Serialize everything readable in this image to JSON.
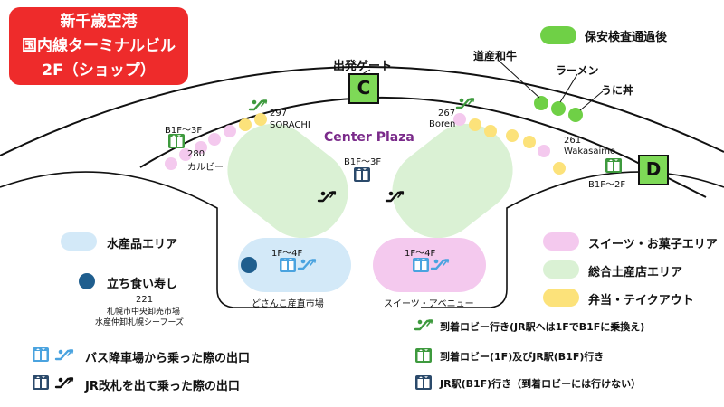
{
  "title": {
    "line1": "新千歳空港",
    "line2": "国内線ターミナルビル",
    "line3": "2F（ショップ）"
  },
  "gates": {
    "departure_label": "出発ゲート",
    "c": "C",
    "d": "D"
  },
  "center_plaza": "Center Plaza",
  "stores": {
    "s297": {
      "number": "297",
      "name": "SORACHI"
    },
    "s280": {
      "number": "280",
      "name": "カルビー"
    },
    "s267": {
      "number": "267",
      "name": "Boren"
    },
    "s261": {
      "number": "261",
      "name": "Wakasaimo"
    },
    "s221": {
      "number": "221",
      "line1": "札幌市中央卸売市場",
      "line2": "水産仲卸札幌シーフーズ"
    }
  },
  "post_security": {
    "label": "保安検査通過後",
    "items": [
      "道産和牛",
      "ラーメン",
      "うに丼"
    ]
  },
  "floor_labels": {
    "b1f_3f_left": "B1F～3F",
    "b1f_3f_center": "B1F～3F",
    "b1f_2f_right": "B1F～2F",
    "f1_4f_left": "1F～4F",
    "f1_4f_right": "1F～4F"
  },
  "zones": {
    "dosanko": "どさんこ産直市場",
    "sweets_avenue": "スイーツ・アベニュー"
  },
  "legend": {
    "seafood_area": "水産品エリア",
    "sushi": "立ち食い寿し",
    "sweets_area": "スイーツ・お菓子エリア",
    "local_area": "総合土産店エリア",
    "bento": "弁当・テイクアウト",
    "exit_bus": "バス降車場から乗った際の出口",
    "exit_jr": "JR改札を出て乗った際の出口",
    "arrival_escalator": "到着ロビー行き(JR駅へは1FでB1Fに乗換え)",
    "arrival_elevator": "到着ロビー(1F)及びJR駅(B1F)行き",
    "jr_elevator": "JR駅(B1F)行き（到着ロビーには行けない）"
  },
  "colors": {
    "title_red": "#ee2b2b",
    "gate_green": "#7ed957",
    "seafood_blue": "#d3e9f8",
    "sweets_pink": "#f4c9ee",
    "local_green": "#daf1d4",
    "bento_yellow": "#fce27a",
    "post_security_green": "#6fd046",
    "sushi_navy": "#1f5e8e",
    "elevator_teal": "#2b4a6b",
    "elevator_green": "#3e9a3e",
    "elevator_sky": "#4aa3df"
  },
  "icons": [
    "elevator-icon",
    "escalator-icon"
  ]
}
